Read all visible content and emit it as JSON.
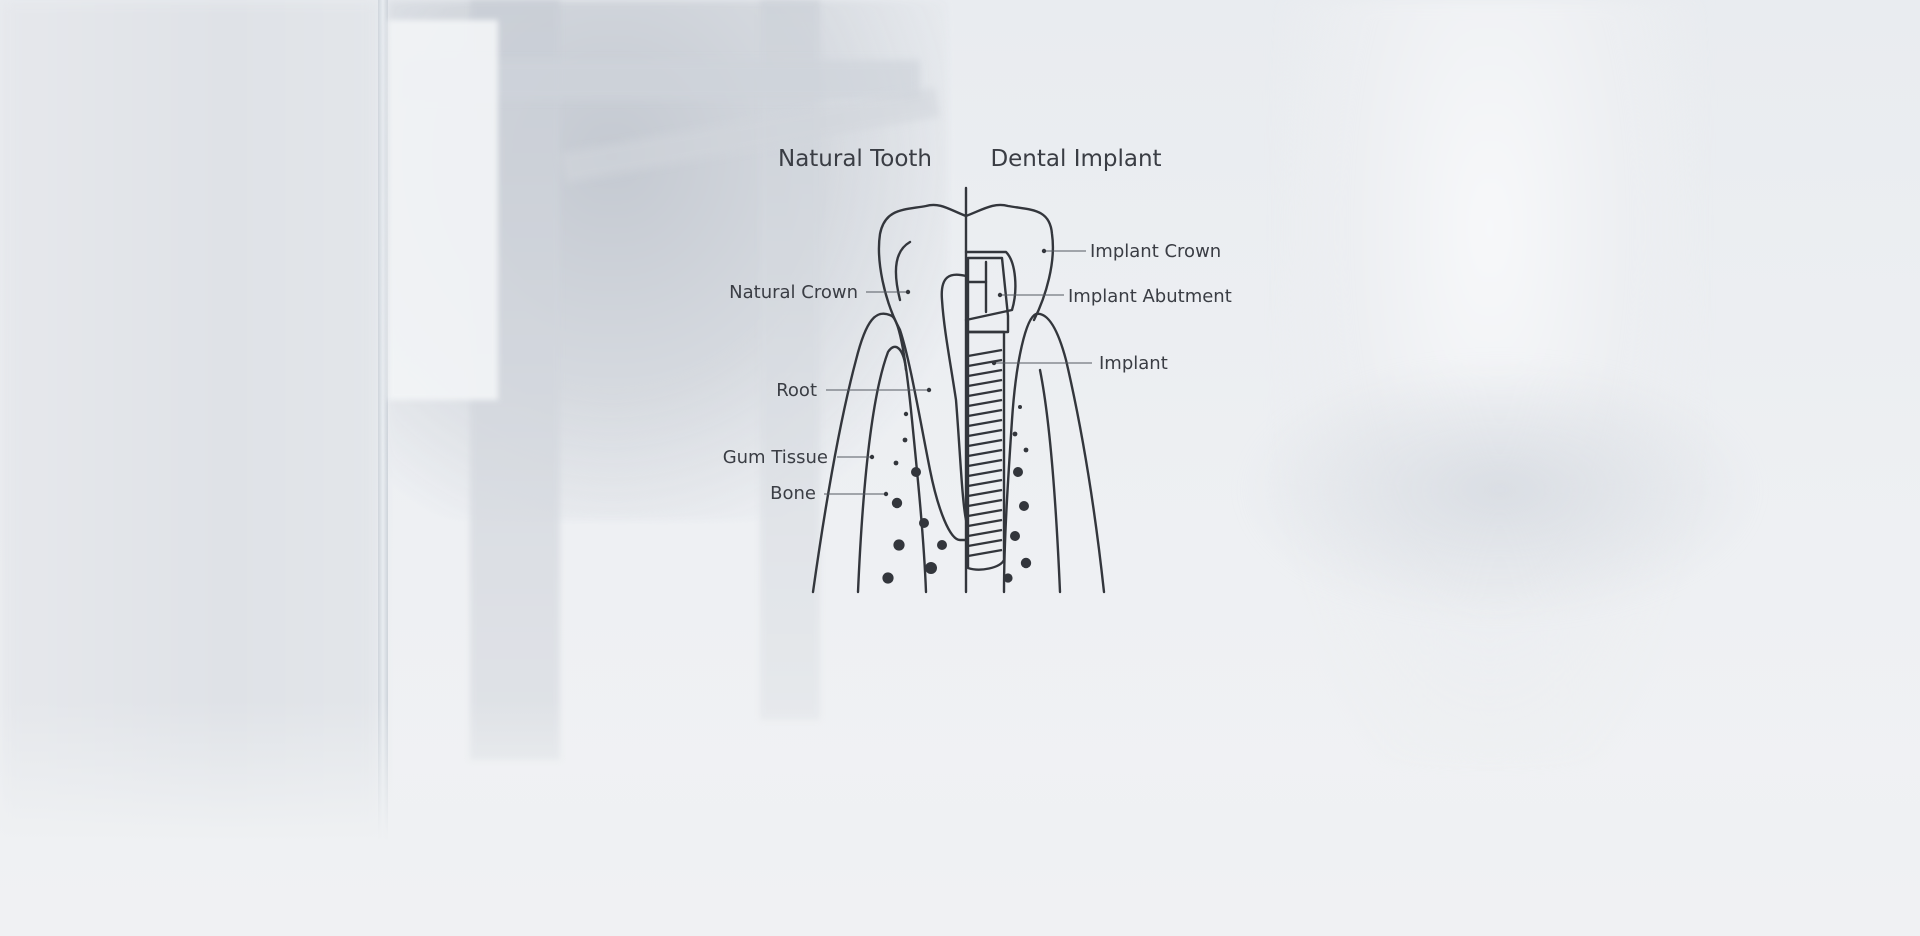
{
  "diagram": {
    "headings": {
      "left": "Natural Tooth",
      "right": "Dental Implant"
    },
    "labels_left": {
      "natural_crown": "Natural Crown",
      "root": "Root",
      "gum_tissue": "Gum Tissue",
      "bone": "Bone"
    },
    "labels_right": {
      "implant_crown": "Implant Crown",
      "implant_abutment": "Implant Abutment",
      "implant": "Implant"
    },
    "line_color": "#33363c",
    "text_color": "#3a3d44"
  },
  "background": {
    "base_color": "#eef0f3",
    "shadow_color": "#c4c9d2"
  }
}
